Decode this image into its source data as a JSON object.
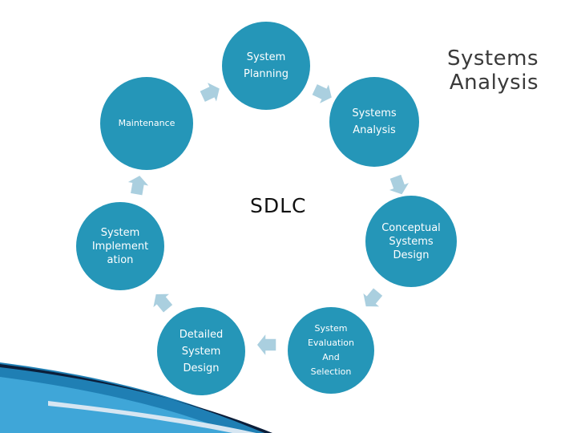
{
  "slide": {
    "title": "Systems\nAnalysis",
    "center_label": "SDLC",
    "colors": {
      "node_fill": "#2596b8",
      "arrow_fill": "#aacfdf",
      "arrow_stroke": "#ffffff",
      "title_text": "#3a3a3a"
    }
  },
  "cycle": {
    "nodes": [
      {
        "label": "System\nPlanning"
      },
      {
        "label": "Systems\nAnalysis"
      },
      {
        "label": "Conceptual\nSystems\nDesign"
      },
      {
        "label": "System\nEvaluation\nAnd\nSelection"
      },
      {
        "label": "Detailed\nSystem\nDesign"
      },
      {
        "label": "System\nImplement\nation"
      },
      {
        "label": "Maintenance"
      }
    ],
    "arrow_icon": "chevron-arrow-icon",
    "decoration_icon": "swoosh-decoration"
  }
}
